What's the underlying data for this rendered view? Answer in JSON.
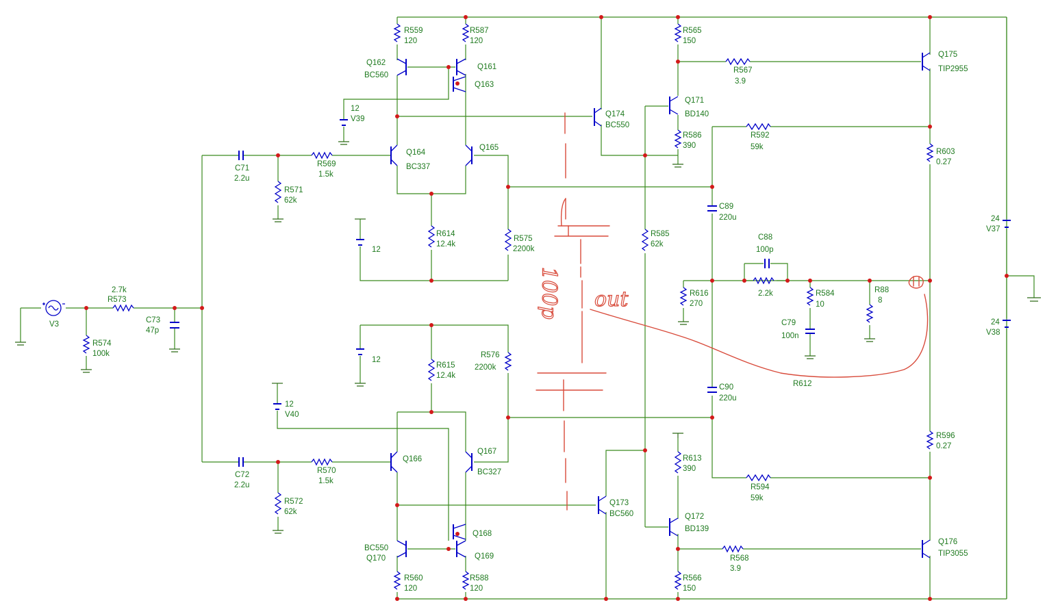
{
  "components": {
    "V3": [
      "V3"
    ],
    "R573": [
      "2.7k",
      "R573"
    ],
    "R574": [
      "R574",
      "100k"
    ],
    "C73": [
      "C73",
      "47p"
    ],
    "C71": [
      "C71",
      "2.2u"
    ],
    "C72": [
      "C72",
      "2.2u"
    ],
    "R571": [
      "R571",
      "62k"
    ],
    "R572": [
      "R572",
      "62k"
    ],
    "R569": [
      "R569",
      "1.5k"
    ],
    "R570": [
      "R570",
      "1.5k"
    ],
    "V39": [
      "12",
      "V39"
    ],
    "V40": [
      "12",
      "V40"
    ],
    "VB1": [
      "12"
    ],
    "VB2": [
      "12"
    ],
    "R559": [
      "R559",
      "120"
    ],
    "R587": [
      "R587",
      "120"
    ],
    "Q162": [
      "Q162",
      "BC560"
    ],
    "Q161": [
      "Q161"
    ],
    "Q163": [
      "Q163"
    ],
    "Q164": [
      "Q164",
      "BC337"
    ],
    "Q165": [
      "Q165"
    ],
    "R614": [
      "R614",
      "12.4k"
    ],
    "R575": [
      "R575",
      "2200k"
    ],
    "R615": [
      "R615",
      "12.4k"
    ],
    "R576": [
      "R576",
      "2200k"
    ],
    "Q166": [
      "Q166"
    ],
    "Q167": [
      "Q167",
      "BC327"
    ],
    "Q168": [
      "Q168"
    ],
    "Q169": [
      "Q169"
    ],
    "Q170": [
      "BC550",
      "Q170"
    ],
    "R560": [
      "R560",
      "120"
    ],
    "R588": [
      "R588",
      "120"
    ],
    "Q174": [
      "Q174",
      "BC550"
    ],
    "Q173": [
      "Q173",
      "BC560"
    ],
    "R565": [
      "R565",
      "150"
    ],
    "R567": [
      "R567",
      "3.9"
    ],
    "Q171": [
      "Q171",
      "BD140"
    ],
    "R586": [
      "R586",
      "390"
    ],
    "R585": [
      "R585",
      "62k"
    ],
    "R613": [
      "R613",
      "390"
    ],
    "Q172": [
      "Q172",
      "BD139"
    ],
    "R566": [
      "R566",
      "150"
    ],
    "R568": [
      "R568",
      "3.9"
    ],
    "Q175": [
      "Q175",
      "TIP2955"
    ],
    "Q176": [
      "Q176",
      "TIP3055"
    ],
    "R592": [
      "R592",
      "59k"
    ],
    "R594": [
      "R594",
      "59k"
    ],
    "R603": [
      "R603",
      "0.27"
    ],
    "R596": [
      "R596",
      "0.27"
    ],
    "C89": [
      "C89",
      "220u"
    ],
    "C90": [
      "C90",
      "220u"
    ],
    "C88": [
      "C88",
      "100p"
    ],
    "R616": [
      "R616",
      "270"
    ],
    "R612": [
      "2.2k",
      "R612"
    ],
    "R584": [
      "R584",
      "10"
    ],
    "C79": [
      "C79",
      "100n"
    ],
    "R88": [
      "R88",
      "8"
    ],
    "V37": [
      "24",
      "V37"
    ],
    "V38": [
      "24",
      "V38"
    ]
  },
  "annotations": {
    "out": "out",
    "cap": "100p"
  },
  "colors": {
    "wire": "#3a8a1e",
    "symbol": "#0000c8",
    "label": "#1f7a1f",
    "junction": "#d21a1a",
    "markup": "#d84a3a"
  }
}
